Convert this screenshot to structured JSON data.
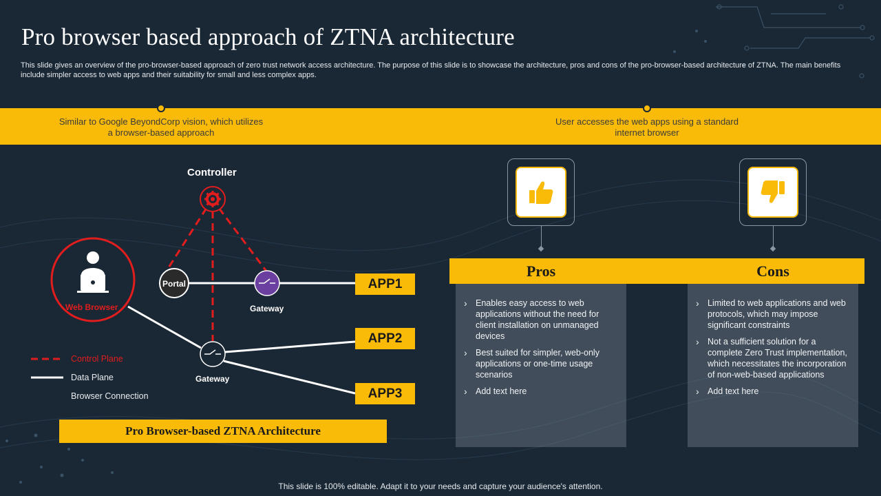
{
  "slide": {
    "title": "Pro browser based approach of ZTNA architecture",
    "subtitle": "This slide gives an overview of the pro-browser-based approach of zero trust network access architecture. The purpose of this slide is to showcase the architecture, pros and cons of the pro-browser-based architecture of ZTNA. The main benefits include simpler access to web apps and their suitability for small and less complex apps.",
    "footer": "This slide is 100% editable. Adapt it to your needs and capture your audience's attention."
  },
  "band": {
    "left_text": "Similar to Google BeyondCorp vision, which utilizes a browser-based approach",
    "right_text": "User accesses the web apps using a standard internet browser"
  },
  "diagram": {
    "controller_label": "Controller",
    "portal_label": "Portal",
    "gateway_top_label": "Gateway",
    "gateway_bottom_label": "Gateway",
    "web_browser_label": "Web Browser",
    "apps": [
      "APP1",
      "APP2",
      "APP3"
    ],
    "legend": {
      "control_plane": "Control Plane",
      "data_plane": "Data Plane",
      "browser_connection": "Browser Connection"
    },
    "caption": "Pro Browser-based ZTNA Architecture"
  },
  "pros": {
    "title": "Pros",
    "icon": "thumbs-up-icon",
    "items": [
      "Enables easy access to web applications without the need for client installation on unmanaged devices",
      "Best suited for simpler, web-only applications or one-time usage scenarios",
      "Add text here"
    ]
  },
  "cons": {
    "title": "Cons",
    "icon": "thumbs-down-icon",
    "items": [
      "Limited to web applications and web protocols, which may impose significant constraints",
      "Not a sufficient solution for a complete Zero Trust implementation, which necessitates the incorporation of non-web-based applications",
      "Add text here"
    ]
  },
  "colors": {
    "background": "#1a2734",
    "accent": "#f9bb07",
    "control_plane": "#e11d1d",
    "gateway_purple": "#6b3fa0"
  }
}
